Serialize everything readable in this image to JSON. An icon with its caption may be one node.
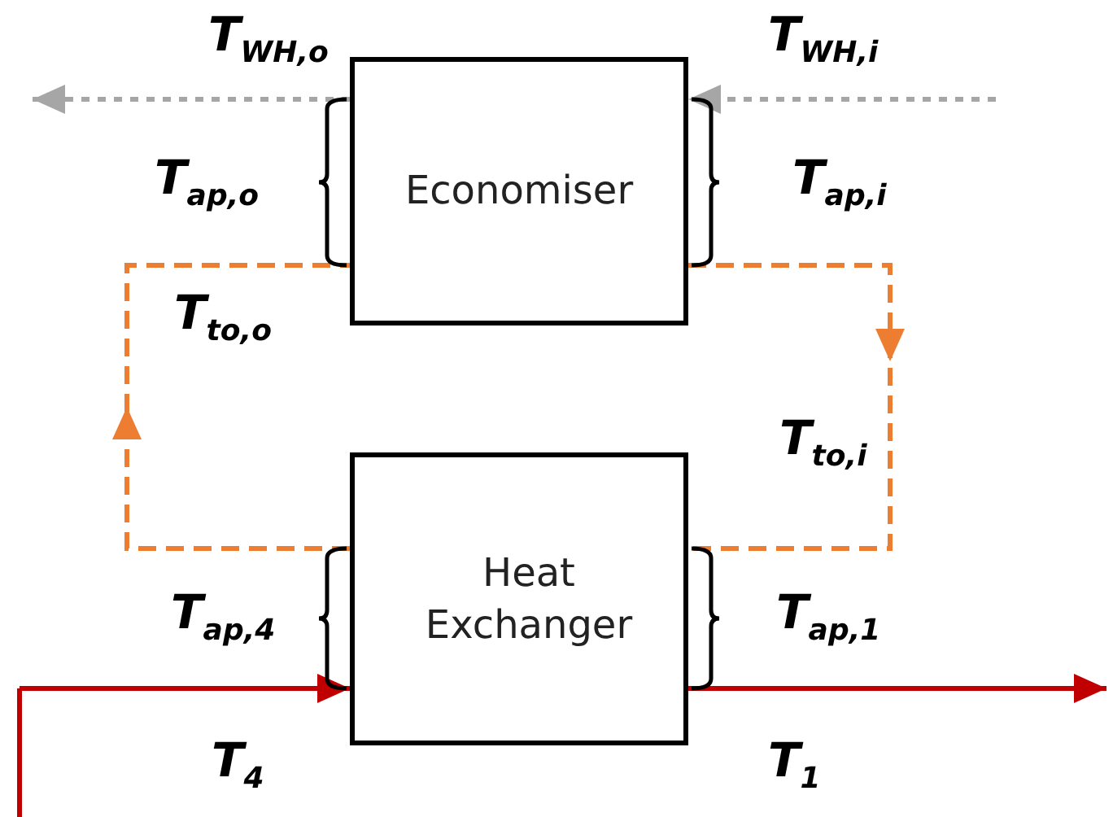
{
  "diagram": {
    "nodes": [
      {
        "text": [
          "Economiser"
        ]
      },
      {
        "text": [
          "Heat Exchanger"
        ]
      }
    ],
    "edges": [
      {
        "from": null,
        "to": 0,
        "arrow": "to",
        "style": "dashed",
        "color": "#a6a6a6"
      },
      {
        "from": 0,
        "to": null,
        "arrow": "to",
        "style": "dashed",
        "color": "#a6a6a6"
      },
      {
        "from": 0,
        "to": 1,
        "arrow": "to",
        "style": "dashed",
        "color": "#ed7d31"
      },
      {
        "from": 1,
        "to": 0,
        "arrow": "to",
        "style": "dashed",
        "color": "#ed7d31"
      },
      {
        "from": null,
        "to": 1,
        "arrow": "to",
        "color": "#c00000"
      },
      {
        "from": 1,
        "to": null,
        "arrow": "to",
        "color": "#c00000"
      }
    ],
    "labels": [
      "T$_{WH,o}$",
      "T$_{WH,i}$",
      "T$_{ap,o}$",
      "T$_{ap,i}$",
      "T$_{to,o}$",
      "T$_{to,i}$",
      "T$_{ap,4}$",
      "T$_{ap,1}$",
      "T$_{4}$",
      "T$_{1}$"
    ]
  }
}
